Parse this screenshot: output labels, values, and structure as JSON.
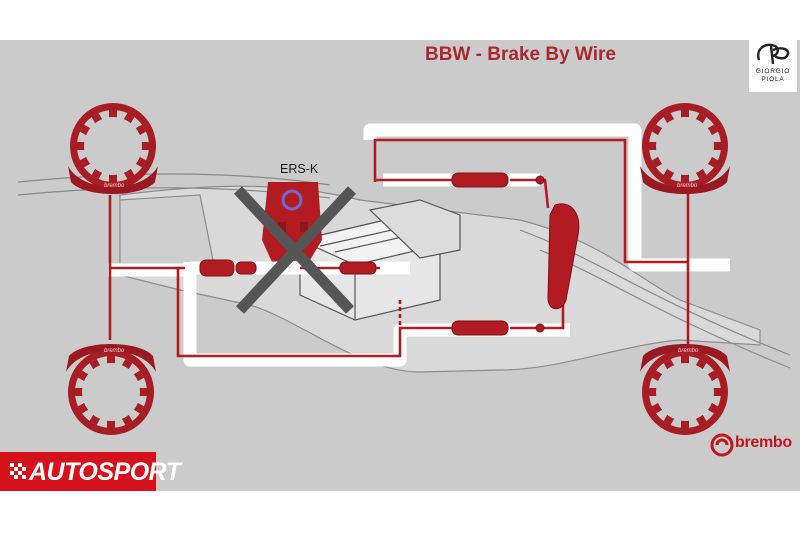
{
  "title": "BBW - Brake By Wire",
  "ers_label": "ERS-K",
  "autosport": {
    "text": "AUTOSPORT"
  },
  "brembo": {
    "text": "brembo"
  },
  "caliper_text": "brembo",
  "giorgio_piola": {
    "line1": "GIORGIO",
    "line2": "PIOLA"
  },
  "colors": {
    "background": "#cbcbcb",
    "brake_red": "#a81c24",
    "line_red": "#b31b23",
    "title_red": "#a8282e",
    "autosport_red": "#d5121b",
    "chassis_grey": "#d7d7d7"
  },
  "elements": {
    "wheels": [
      "front-left",
      "front-right",
      "rear-left",
      "rear-right"
    ],
    "crossed_component": "ERS-K"
  }
}
